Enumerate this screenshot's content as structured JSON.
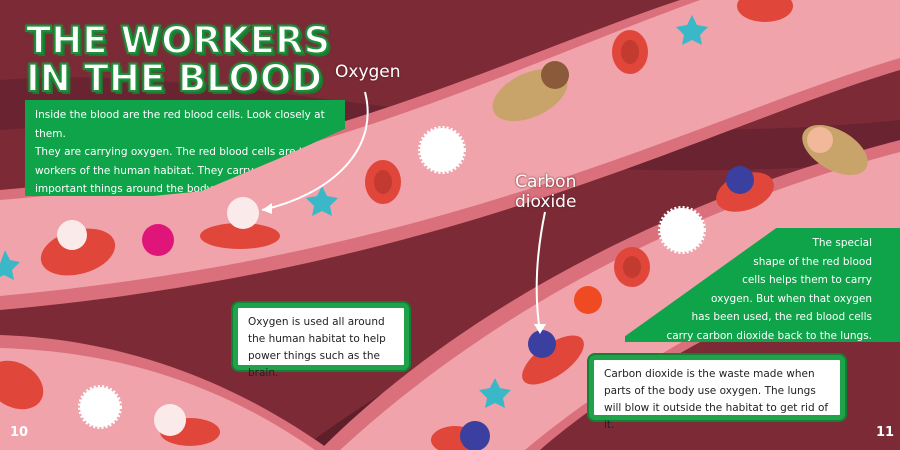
{
  "title_lines": [
    "THE WORKERS",
    "IN THE BLOOD"
  ],
  "intro_lines": [
    "Inside the blood are the red blood cells. Look closely at them.",
    "They are carrying oxygen. The red blood cells are the",
    "workers of the human habitat. They carry",
    "important things around the body."
  ],
  "labels": {
    "oxygen": "Oxygen",
    "carbon_dioxide_lines": [
      "Carbon",
      "dioxide"
    ]
  },
  "right_lines": [
    "The special",
    "shape of the red blood",
    "cells helps them to carry",
    "oxygen. But when that oxygen",
    "has been used, the red blood cells",
    "carry carbon dioxide back to the lungs."
  ],
  "callout_oxygen": "Oxygen is used all around the human habitat to help power things such as the brain.",
  "callout_co2": "Carbon dioxide is the waste made when parts of the body use oxygen. The lungs will blow it outside the habitat to get rid of it.",
  "page_numbers": {
    "left": "10",
    "right": "11"
  },
  "colors": {
    "background": "#7b2a36",
    "vessel": "#e88f98",
    "green": "#0fa34a",
    "red_cell": "#e0473a"
  }
}
